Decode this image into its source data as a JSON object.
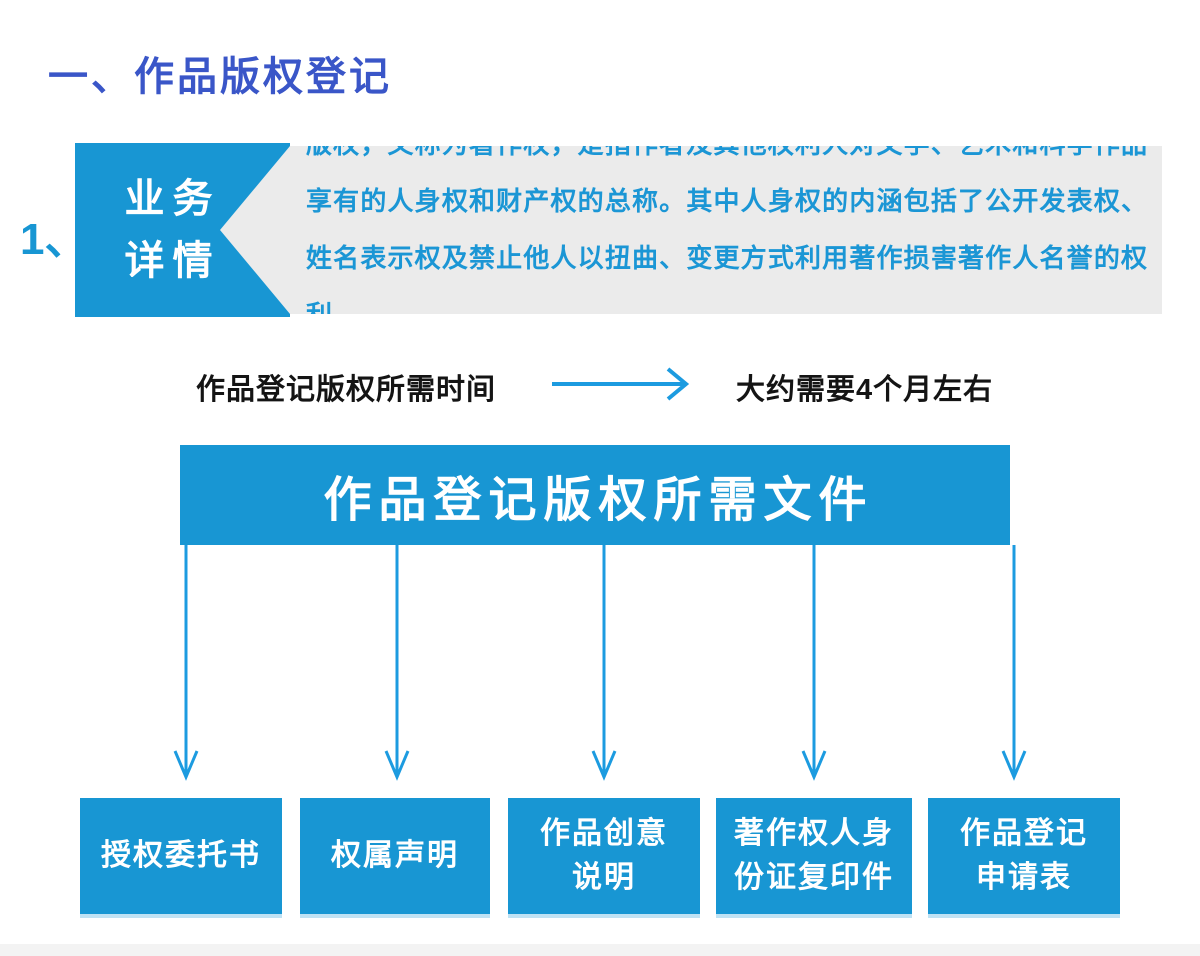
{
  "page": {
    "title": "一、作品版权登记",
    "item_number": "1、"
  },
  "business_detail": {
    "label_line1": "业务",
    "label_line2": "详情",
    "description": "版权，又称为著作权，是指作者及其他权利人对文学、艺术和科学作品享有的人身权和财产权的总称。其中人身权的内涵包括了公开发表权、姓名表示权及禁止他人以扭曲、变更方式利用著作损害著作人名誉的权利。"
  },
  "time_info": {
    "question": "作品登记版权所需时间",
    "answer": "大约需要4个月左右",
    "arrow_icon": "right-arrow"
  },
  "documents": {
    "banner": "作品登记版权所需文件",
    "items": [
      {
        "label": "授权委托书",
        "lines": [
          "授权委托书"
        ]
      },
      {
        "label": "权属声明",
        "lines": [
          "权属声明"
        ]
      },
      {
        "label": "作品创意说明",
        "lines": [
          "作品创意",
          "说明"
        ]
      },
      {
        "label": "著作权人身份证复印件",
        "lines": [
          "著作权人身",
          "份证复印件"
        ]
      },
      {
        "label": "作品登记申请表",
        "lines": [
          "作品登记",
          "申请表"
        ]
      }
    ]
  },
  "colors": {
    "primary_blue": "#1896d3",
    "arrow_blue": "#1c9be0",
    "title_blue": "#3a56c8",
    "panel_gray": "#ebebeb",
    "panel_text_blue": "#1b96d5",
    "text_dark": "#141414",
    "white": "#ffffff"
  }
}
